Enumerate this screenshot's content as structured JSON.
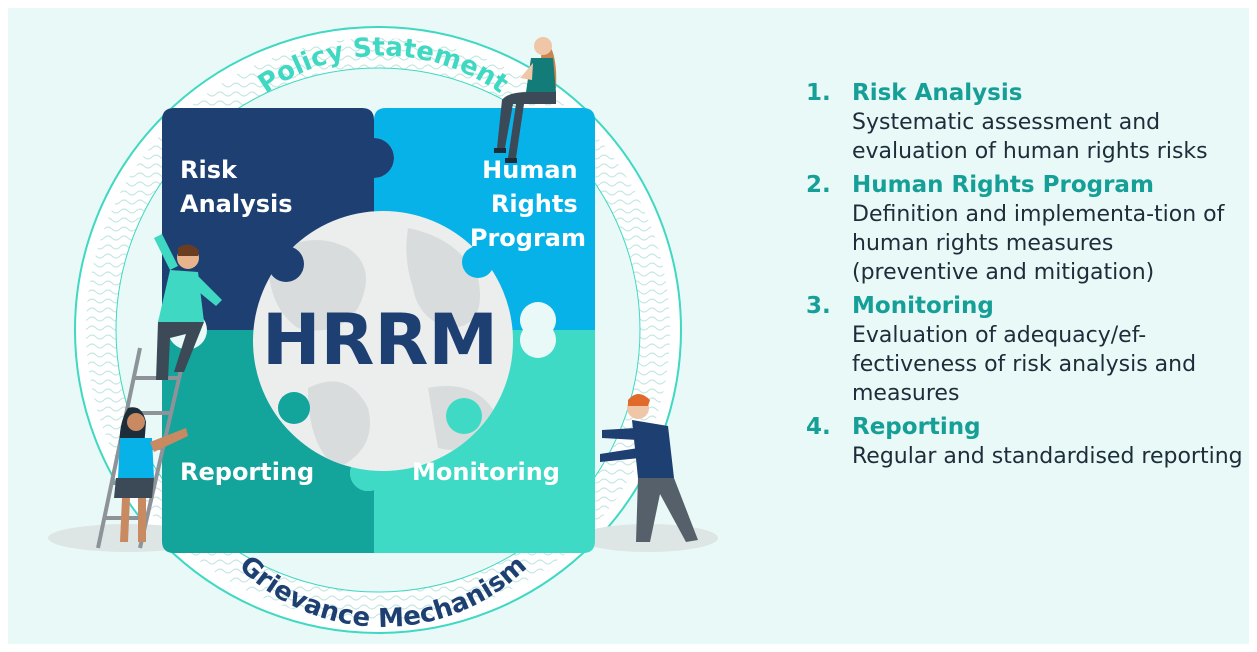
{
  "diagram": {
    "hub_label": "HRRM",
    "ring_top_label": "Policy Statement",
    "ring_bottom_label": "Grievance Mechanism",
    "pieces": [
      {
        "id": "risk",
        "lines": [
          "Risk",
          "Analysis"
        ],
        "color": "#1d3f72"
      },
      {
        "id": "program",
        "lines": [
          "Human",
          "Rights",
          "Program"
        ],
        "color": "#07b2e8"
      },
      {
        "id": "reporting",
        "lines": [
          "Reporting"
        ],
        "color": "#13a49c"
      },
      {
        "id": "monitoring",
        "lines": [
          "Monitoring"
        ],
        "color": "#3fdac6"
      }
    ],
    "colors": {
      "ring_top_text": "#3fd8c2",
      "ring_bottom_text": "#1d3f72",
      "ring_outline": "#3fd8c2",
      "hub_text": "#1d3f72",
      "background": "#e8f9f7"
    }
  },
  "legend": {
    "items": [
      {
        "number": "1.",
        "title": "Risk Analysis",
        "description": "Systematic assessment and evaluation of human rights risks"
      },
      {
        "number": "2.",
        "title": "Human Rights Program",
        "description": "Definition and implementa-tion of human rights measures (preventive and mitigation)"
      },
      {
        "number": "3.",
        "title": "Monitoring",
        "description": "Evaluation of adequacy/ef-fectiveness of risk analysis and measures"
      },
      {
        "number": "4.",
        "title": "Reporting",
        "description": "Regular and standardised reporting"
      }
    ],
    "colors": {
      "title": "#159f97",
      "description": "#1d2d3a"
    }
  }
}
